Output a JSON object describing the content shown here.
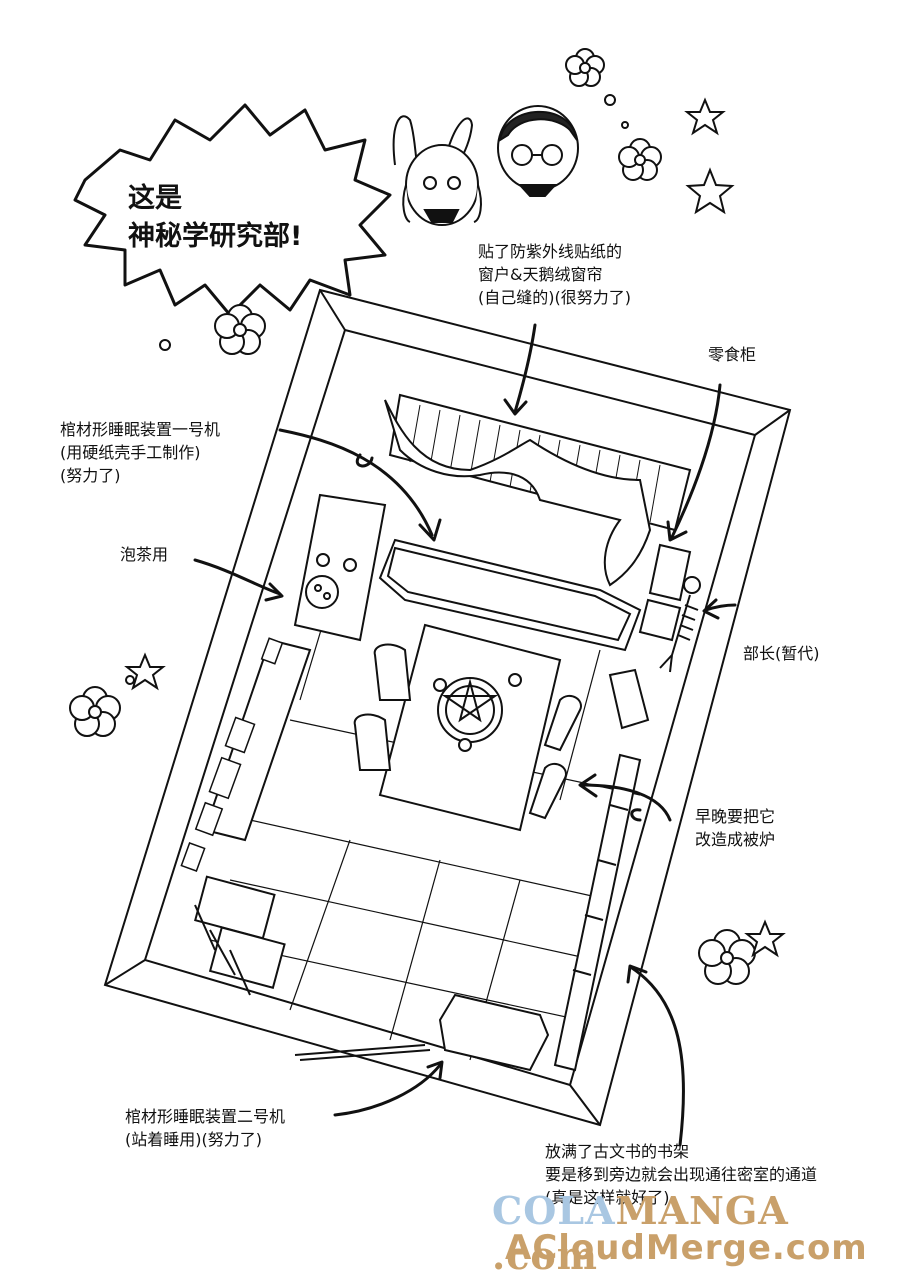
{
  "bubble": {
    "line1": "这是",
    "line2": "神秘学研究部!"
  },
  "labels": {
    "window": {
      "line1": "贴了防紫外线贴纸的",
      "line2": "窗户&天鹅绒窗帘",
      "line3": "(自己缝的)(很努力了)"
    },
    "snack": {
      "line1": "零食柜"
    },
    "coffin1": {
      "line1": "棺材形睡眠装置一号机",
      "line2": "(用硬纸壳手工制作)",
      "line3": "(努力了)"
    },
    "tea": {
      "line1": "泡茶用"
    },
    "president": {
      "line1": "部长(暂代)"
    },
    "kotatsu": {
      "line1": "早晚要把它",
      "line2": "改造成被炉"
    },
    "coffin2": {
      "line1": "棺材形睡眠装置二号机",
      "line2": "(站着睡用)(努力了)"
    },
    "bookshelf": {
      "line1": "放满了古文书的书架",
      "line2": "要是移到旁边就会出现通往密室的通道",
      "line3": "(真是这样就好了)"
    }
  },
  "watermark": {
    "top_a": "COLA",
    "top_b": "MANGA .com",
    "bottom": "ACloudMerge.com"
  },
  "colors": {
    "ink": "#111111",
    "watermark_blue": "#a9c7e2",
    "watermark_gold": "#c9a06a"
  }
}
